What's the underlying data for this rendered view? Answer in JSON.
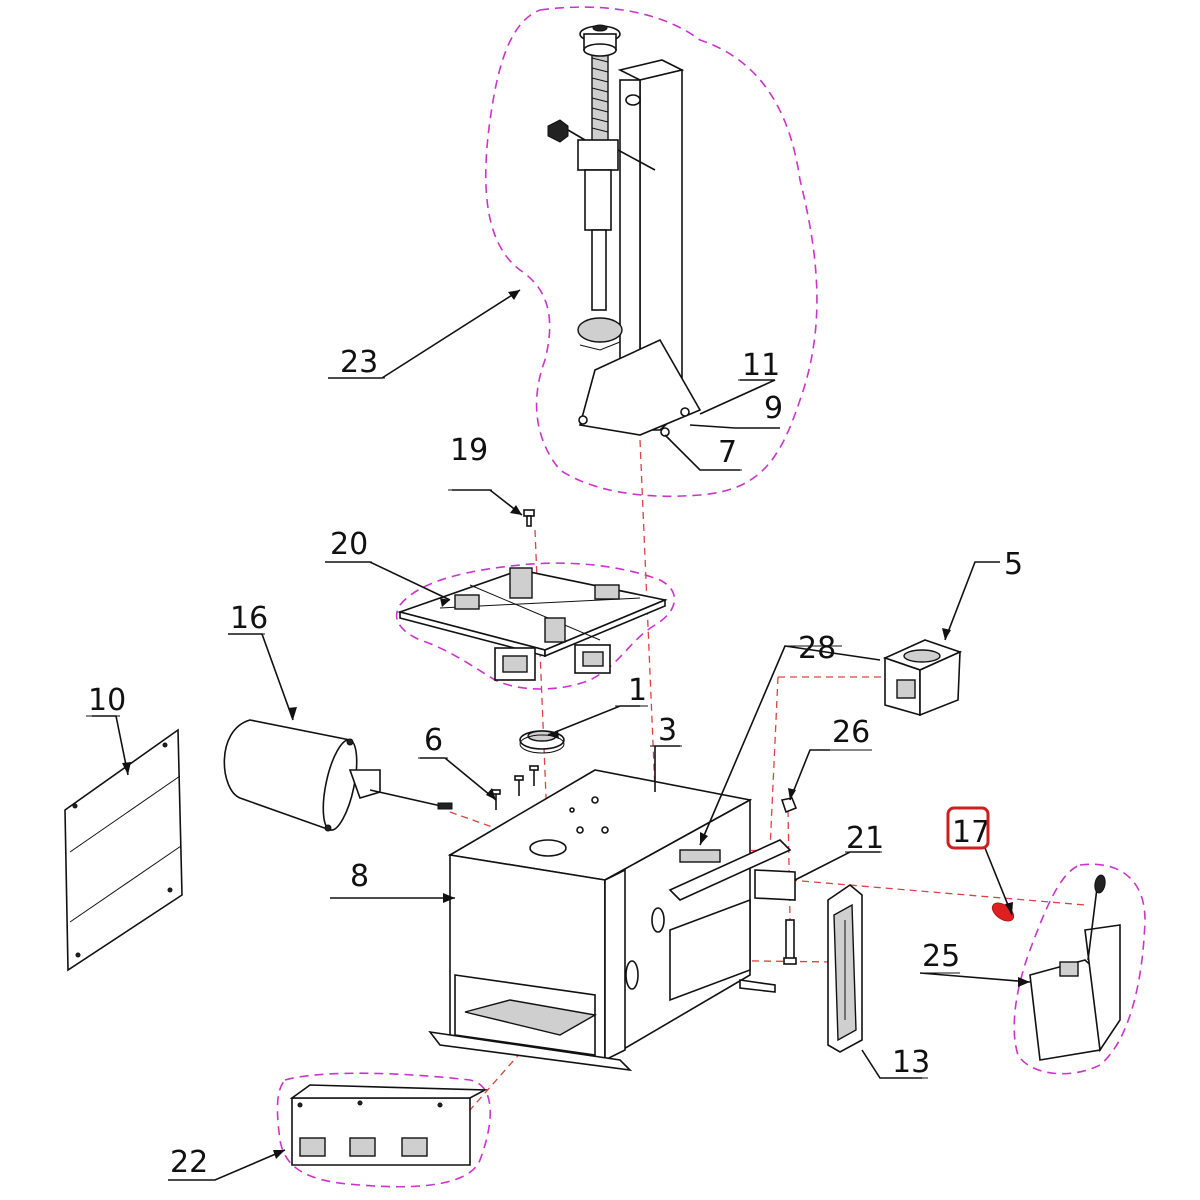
{
  "parts": [
    {
      "id": "p1",
      "label": "1"
    },
    {
      "id": "p3",
      "label": "3"
    },
    {
      "id": "p5",
      "label": "5"
    },
    {
      "id": "p6",
      "label": "6"
    },
    {
      "id": "p7",
      "label": "7"
    },
    {
      "id": "p8",
      "label": "8"
    },
    {
      "id": "p9",
      "label": "9"
    },
    {
      "id": "p10",
      "label": "10"
    },
    {
      "id": "p11",
      "label": "11"
    },
    {
      "id": "p13",
      "label": "13"
    },
    {
      "id": "p16",
      "label": "16"
    },
    {
      "id": "p17",
      "label": "17",
      "highlighted": true
    },
    {
      "id": "p19",
      "label": "19"
    },
    {
      "id": "p20",
      "label": "20"
    },
    {
      "id": "p21",
      "label": "21"
    },
    {
      "id": "p22",
      "label": "22"
    },
    {
      "id": "p23",
      "label": "23"
    },
    {
      "id": "p25",
      "label": "25"
    },
    {
      "id": "p26",
      "label": "26"
    },
    {
      "id": "p28",
      "label": "28"
    }
  ],
  "colors": {
    "group_outline": "#cc33cc",
    "explode_line": "#e04040",
    "highlight": "#cc1f1f",
    "highlight_part": "#e02020"
  }
}
